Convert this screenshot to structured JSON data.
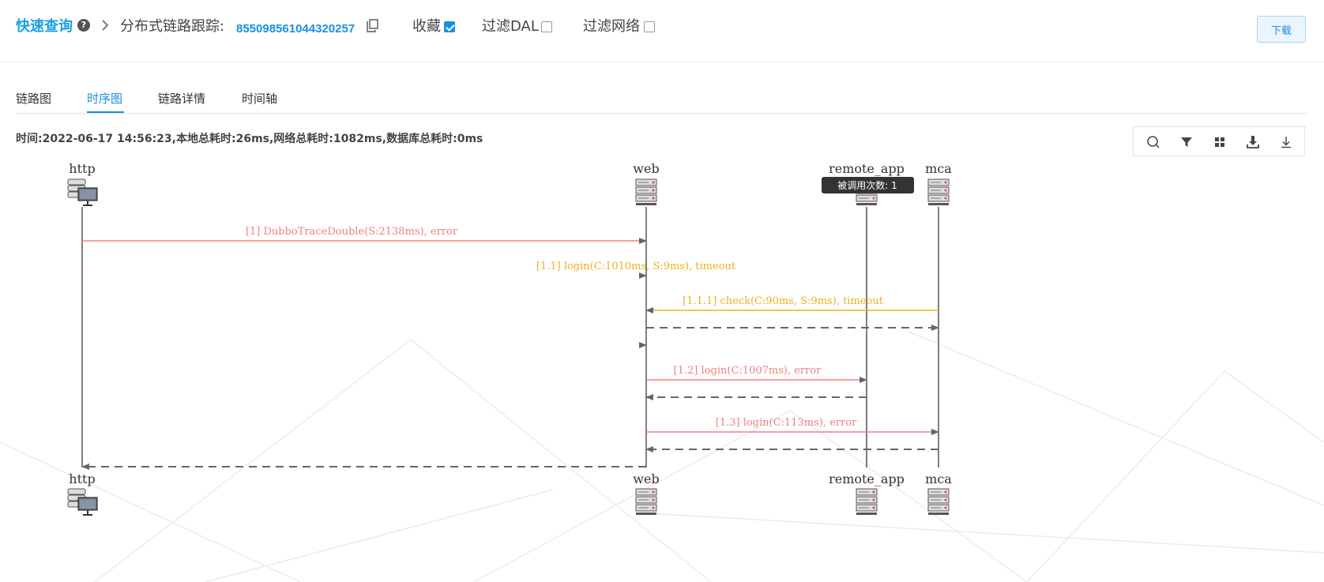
{
  "header": {
    "quick_query": "快速查询",
    "help_icon": "question-circle-icon",
    "breadcrumb_sep_icon": "chevron-right-icon",
    "trace_label": "分布式链路跟踪:",
    "trace_id": "855098561044320257",
    "copy_icon": "copy-icon",
    "favorite_label": "收藏",
    "favorite_checked": true,
    "filter_dal_label": "过滤DAL",
    "filter_dal_checked": false,
    "filter_network_label": "过滤网络",
    "filter_network_checked": false,
    "download_label": "下载"
  },
  "tabs": [
    {
      "label": "链路图",
      "active": false
    },
    {
      "label": "时序图",
      "active": true
    },
    {
      "label": "链路详情",
      "active": false
    },
    {
      "label": "时间轴",
      "active": false
    }
  ],
  "summary": "时间:2022-06-17 14:56:23,本地总耗时:26ms,网络总耗时:1082ms,数据库总耗时:0ms",
  "toolbar": [
    "search-icon",
    "filter-icon",
    "grid-icon",
    "download-tray-icon",
    "download-icon"
  ],
  "colors": {
    "accent": "#1a8fe0",
    "error": "#f08080",
    "timeout": "#f0b020",
    "return": "#666666"
  },
  "sequence": {
    "participants": [
      {
        "name": "http",
        "icon": "client-server-icon"
      },
      {
        "name": "web",
        "icon": "server-icon"
      },
      {
        "name": "remote_app",
        "icon": "server-icon"
      },
      {
        "name": "mca",
        "icon": "server-icon"
      }
    ],
    "tooltip": "被调用次数: 1",
    "messages": [
      {
        "label": "[1] DubboTraceDouble(S:2138ms), error",
        "status": "error"
      },
      {
        "label": "[1.1] login(C:1010ms, S:9ms), timeout",
        "status": "timeout"
      },
      {
        "label": "[1.1.1] check(C:90ms, S:9ms), timeout",
        "status": "timeout"
      },
      {
        "label": "",
        "status": "return"
      },
      {
        "label": "",
        "status": "return"
      },
      {
        "label": "[1.2] login(C:1007ms), error",
        "status": "error"
      },
      {
        "label": "",
        "status": "return"
      },
      {
        "label": "[1.3] login(C:113ms), error",
        "status": "error"
      },
      {
        "label": "",
        "status": "return"
      },
      {
        "label": "",
        "status": "return"
      }
    ]
  }
}
